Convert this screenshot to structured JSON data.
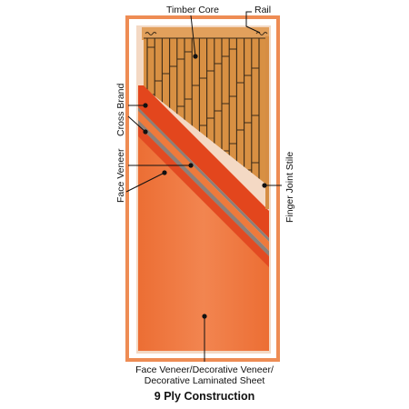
{
  "labels": {
    "timber_core": "Timber Core",
    "rail": "Rail",
    "cross_brand": "Cross Brand",
    "face_veneer": "Face Veneer",
    "finger_joint_stile": "Finger Joint Stile",
    "bottom_line1": "Face Veneer/Decorative Veneer/",
    "bottom_line2": "Decorative Laminated Sheet"
  },
  "caption": "9 Ply Construction",
  "colors": {
    "frame": "#ec8a52",
    "core": "#d48a3a",
    "core_lines": "#3a2a18",
    "face": "#ee7c3a",
    "cross_band": "#e2471f",
    "band_gray": "#8a7f78",
    "background": "#ffffff"
  }
}
